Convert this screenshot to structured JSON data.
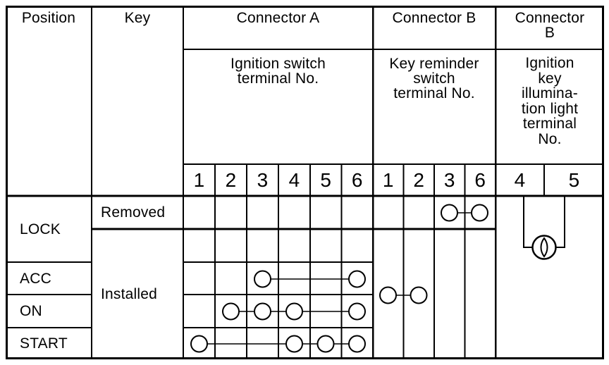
{
  "colors": {
    "ink": "#000000",
    "paper": "#ffffff"
  },
  "header": {
    "position": "Position",
    "key": "Key",
    "connector_a": {
      "title": "Connector A",
      "subtitle": "Ignition switch\nterminal No.",
      "terminals": [
        "1",
        "2",
        "3",
        "4",
        "5",
        "6"
      ]
    },
    "connector_b_key_reminder": {
      "title": "Connector B",
      "subtitle": "Key reminder\nswitch\nterminal No.",
      "terminals": [
        "1",
        "2",
        "3",
        "6"
      ]
    },
    "connector_b_illumination": {
      "title": "Connector\nB",
      "subtitle": "Ignition\nkey\nillumina-\ntion light\nterminal\nNo.",
      "terminals": [
        "4",
        "5"
      ]
    }
  },
  "rows": {
    "positions": [
      "LOCK",
      "ACC",
      "ON",
      "START"
    ],
    "key_states": [
      "Removed",
      "Installed"
    ]
  },
  "continuity": {
    "ignition_switch": [
      {
        "position": "LOCK",
        "key": "Removed",
        "terminals": []
      },
      {
        "position": "LOCK",
        "key": "Installed",
        "terminals": []
      },
      {
        "position": "ACC",
        "key": "Installed",
        "terminals": [
          "3",
          "6"
        ]
      },
      {
        "position": "ON",
        "key": "Installed",
        "terminals": [
          "2",
          "3",
          "4",
          "6"
        ]
      },
      {
        "position": "START",
        "key": "Installed",
        "terminals": [
          "1",
          "4",
          "5",
          "6"
        ]
      }
    ],
    "key_reminder_switch": [
      {
        "key": "Removed",
        "terminals": [
          "3",
          "6"
        ]
      },
      {
        "key": "Installed",
        "terminals": [
          "1",
          "2"
        ]
      }
    ],
    "ignition_key_illumination_light": {
      "lamp_between_terminals": [
        "4",
        "5"
      ]
    }
  }
}
